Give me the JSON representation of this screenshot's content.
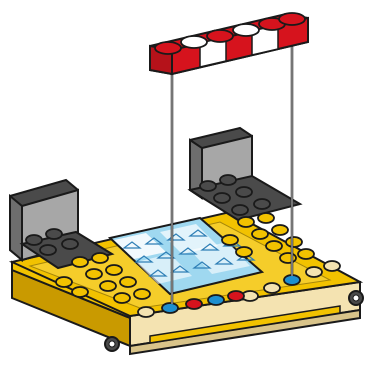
{
  "illustration": {
    "colors": {
      "background": "#ffffff",
      "outline": "#1a1a1a",
      "yellow": "#f2c200",
      "yellow_shade": "#c99a00",
      "yellow_light": "#fde27a",
      "tan": "#f4e3b1",
      "tan_shade": "#d9c48a",
      "dark_gray": "#4a4a4a",
      "dark_gray_light": "#6e6e6e",
      "light_gray": "#a7a7a7",
      "red": "#d6131d",
      "blue": "#1e8fcf",
      "blue_tile": "#9fd8f0",
      "tile_pattern": "#2f7fb6",
      "white": "#ffffff"
    },
    "parts": {
      "top_element": "red-white-striped-barrier-plate",
      "base": "yellow-and-tan-vehicle-base",
      "panel": "blue-white-patterned-tile",
      "walls": "dark-gray-wall-brackets",
      "connectors": "two-assembly-guide-lines",
      "studs": [
        "dark-gray",
        "yellow",
        "tan",
        "blue",
        "red"
      ]
    }
  }
}
